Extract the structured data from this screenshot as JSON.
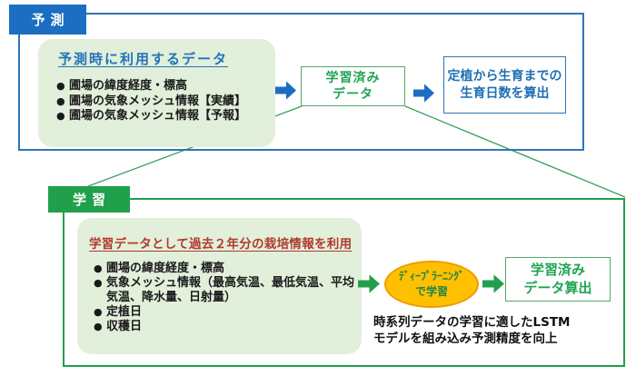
{
  "prediction": {
    "label": "予測",
    "box_title": "予測時に利用するデータ",
    "items": [
      "圃場の緯度経度・標高",
      "圃場の気象メッシュ情報【実績】",
      "圃場の気象メッシュ情報【予報】"
    ],
    "trained_data_box": {
      "line1": "学習済み",
      "line2": "データ"
    },
    "output_box": {
      "line1": "定植から生育までの",
      "line2": "生育日数を算出"
    }
  },
  "learning": {
    "label": "学習",
    "box_title": "学習データとして過去２年分の栽培情報を利用",
    "items": [
      "圃場の緯度経度・標高",
      "気象メッシュ情報（最高気温、最低気温、平均気温、降水量、日射量）",
      "定植日",
      "収穫日"
    ],
    "process_ellipse": "ﾃﾞｨｰﾌﾟﾗｰﾆﾝｸﾞで学習",
    "output_box": {
      "line1": "学習済み",
      "line2": "データ算出"
    },
    "note": {
      "line1": "時系列データの学習に適したLSTM",
      "line2": "モデルを組み込み予測精度を向上"
    }
  },
  "colors": {
    "blue_label_bg": "#1B6EC2",
    "blue_frame": "#2E75B6",
    "blue_text": "#1F6FB5",
    "green_label_bg": "#21A04C",
    "green_text": "#21A453",
    "light_green_bg": "#E2EFDA",
    "dark_red_text": "#B03A2E",
    "orange_ellipse": "#FFC000",
    "orange_ellipse_border": "#ED9E00",
    "connector_green": "#3E9E63"
  }
}
